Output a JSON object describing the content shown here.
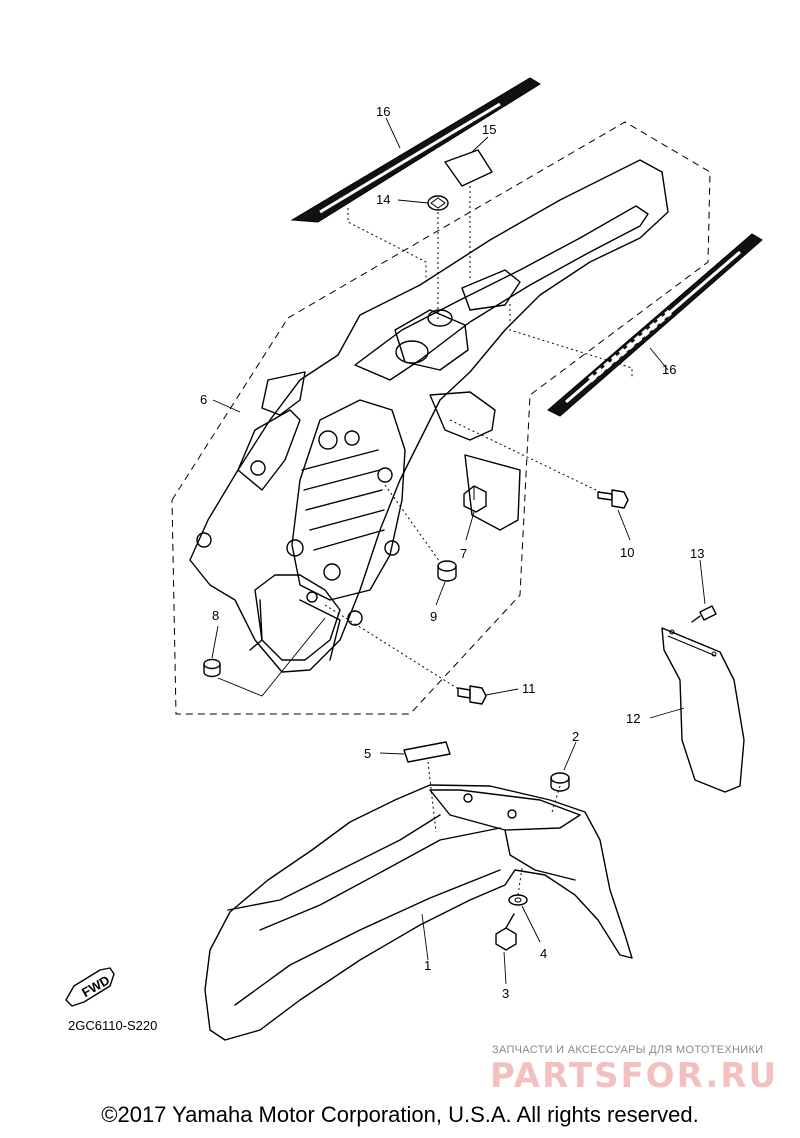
{
  "callouts": {
    "c1": "1",
    "c2": "2",
    "c3": "3",
    "c4": "4",
    "c5": "5",
    "c6": "6",
    "c7": "7",
    "c8": "8",
    "c9": "9",
    "c10": "10",
    "c11": "11",
    "c12": "12",
    "c13": "13",
    "c14": "14",
    "c15": "15",
    "c16a": "16",
    "c16b": "16"
  },
  "fwd_label": "FWD",
  "part_code": "2GC6110-S220",
  "watermark": {
    "tagline": "ЗАПЧАСТИ И АКСЕССУАРЫ ДЛЯ МОТОТЕХНИКИ",
    "logo": "PARTSFOR.RU"
  },
  "copyright": "©2017 Yamaha Motor Corporation, U.S.A. All rights reserved."
}
